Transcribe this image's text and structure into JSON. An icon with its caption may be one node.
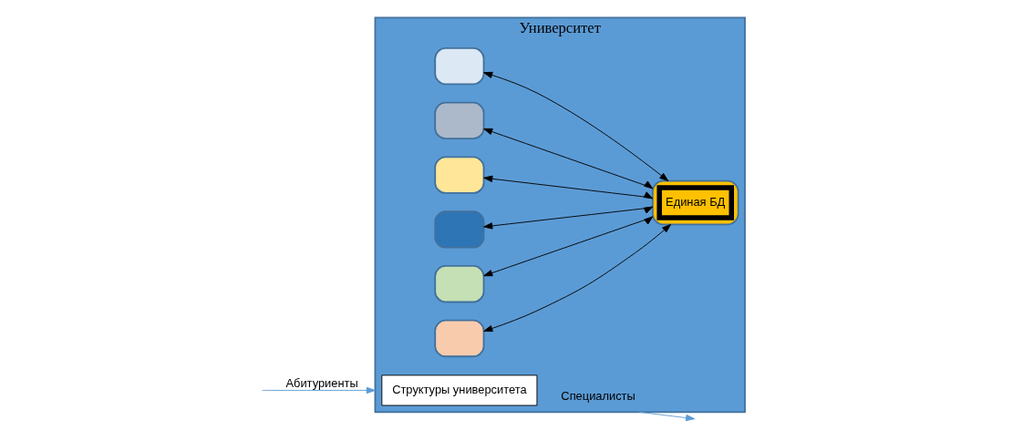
{
  "diagram": {
    "nodes": [
      {
        "text": [
          "Университет"
        ]
      },
      {
        "text": [
          "Структуры университета"
        ],
        "in": 0
      },
      {
        "text": [],
        "shape": "box",
        "in": 0
      },
      {
        "text": [],
        "shape": "box",
        "in": 0
      },
      {
        "text": [],
        "shape": "box",
        "in": 0
      },
      {
        "text": [],
        "shape": "box",
        "in": 0
      },
      {
        "text": [],
        "shape": "box",
        "in": 0
      },
      {
        "text": [],
        "shape": "box",
        "in": 0
      },
      {
        "text": [],
        "shape": "cylinder",
        "in": 0
      },
      {
        "text": [
          "Единая БД"
        ],
        "in": 8
      }
    ],
    "edges": [
      {
        "from": null,
        "to": 0,
        "arrow": "to",
        "label": "Абитуриенты",
        "color": "#5b9bd5"
      },
      {
        "from": 0,
        "to": null,
        "arrow": "to",
        "label": "Специалисты",
        "color": "#5b9bd5"
      },
      {
        "from": 2,
        "to": 8,
        "arrow": "both"
      },
      {
        "from": 3,
        "to": 8,
        "arrow": "both"
      },
      {
        "from": 4,
        "to": 8,
        "arrow": "both"
      },
      {
        "from": 5,
        "to": 8,
        "arrow": "both"
      },
      {
        "from": 6,
        "to": 8,
        "arrow": "both"
      },
      {
        "from": 7,
        "to": 8,
        "arrow": "both"
      }
    ]
  }
}
